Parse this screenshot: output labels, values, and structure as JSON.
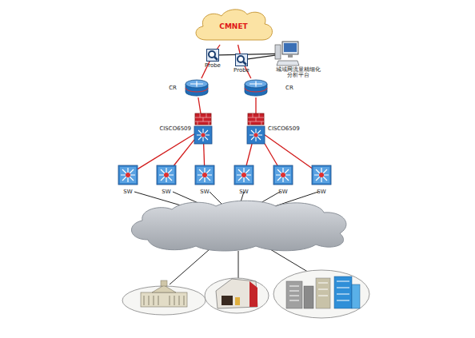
{
  "diagram": {
    "nodes": [
      {
        "text": [
          "CMNET"
        ]
      },
      {
        "text": [
          "Probe"
        ]
      },
      {
        "text": [
          "Probe"
        ]
      },
      {
        "text": [
          "城域网流量精细化 分析平台"
        ]
      },
      {
        "text": [
          "CR"
        ]
      },
      {
        "text": [
          "CR"
        ]
      },
      {
        "text": [
          "CISCO6509"
        ]
      },
      {
        "text": [
          "CISCO6509"
        ]
      },
      {
        "text": [
          "SW"
        ]
      },
      {
        "text": [
          "SW"
        ]
      },
      {
        "text": [
          "SW"
        ]
      },
      {
        "text": [
          "SW"
        ]
      },
      {
        "text": [
          "SW"
        ]
      },
      {
        "text": [
          "SW"
        ]
      }
    ],
    "edges": [
      {
        "from": 0,
        "to": 1,
        "arrow": "none"
      },
      {
        "from": 1,
        "to": 4,
        "arrow": "none"
      },
      {
        "from": 0,
        "to": 2,
        "arrow": "none"
      },
      {
        "from": 2,
        "to": 5,
        "arrow": "none"
      },
      {
        "from": 1,
        "to": 3,
        "arrow": "none"
      },
      {
        "from": 2,
        "to": 3,
        "arrow": "none"
      },
      {
        "from": 4,
        "to": 6,
        "arrow": "none"
      },
      {
        "from": 5,
        "to": 7,
        "arrow": "none"
      },
      {
        "from": 6,
        "to": 8,
        "arrow": "none"
      },
      {
        "from": 6,
        "to": 9,
        "arrow": "none"
      },
      {
        "from": 6,
        "to": 10,
        "arrow": "none"
      },
      {
        "from": 7,
        "to": 11,
        "arrow": "none"
      },
      {
        "from": 7,
        "to": 12,
        "arrow": "none"
      },
      {
        "from": 7,
        "to": 13,
        "arrow": "none"
      }
    ]
  }
}
